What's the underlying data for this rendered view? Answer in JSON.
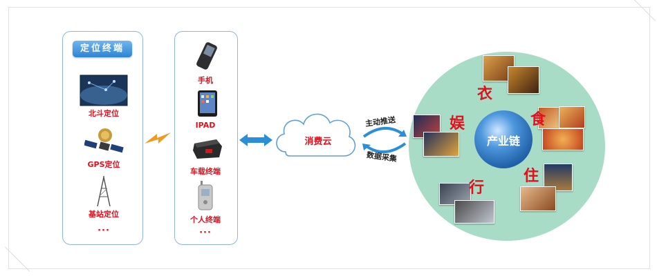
{
  "positioning": {
    "title": "定位终端",
    "items": [
      "北斗定位",
      "GPS定位",
      "基站定位"
    ],
    "more": "···"
  },
  "devices": {
    "items": [
      "手机",
      "IPAD",
      "车载终端",
      "个人终端"
    ],
    "more": "···"
  },
  "cloud": {
    "label": "消费云"
  },
  "flows": {
    "top": "主动推送",
    "bottom": "数据采集"
  },
  "industry_chain": {
    "center": "产业链",
    "sectors": [
      "衣",
      "食",
      "住",
      "行",
      "娱"
    ]
  },
  "colors": {
    "accent_red": "#e3101c",
    "panel_border": "#8ab6df",
    "title_blue": "#2c84d4",
    "circle_fill": "#a8dcc6",
    "hub_blue": "#2b78c4",
    "arrow_blue": "#2a8fd8",
    "lightning_orange": "#f39a1e"
  }
}
